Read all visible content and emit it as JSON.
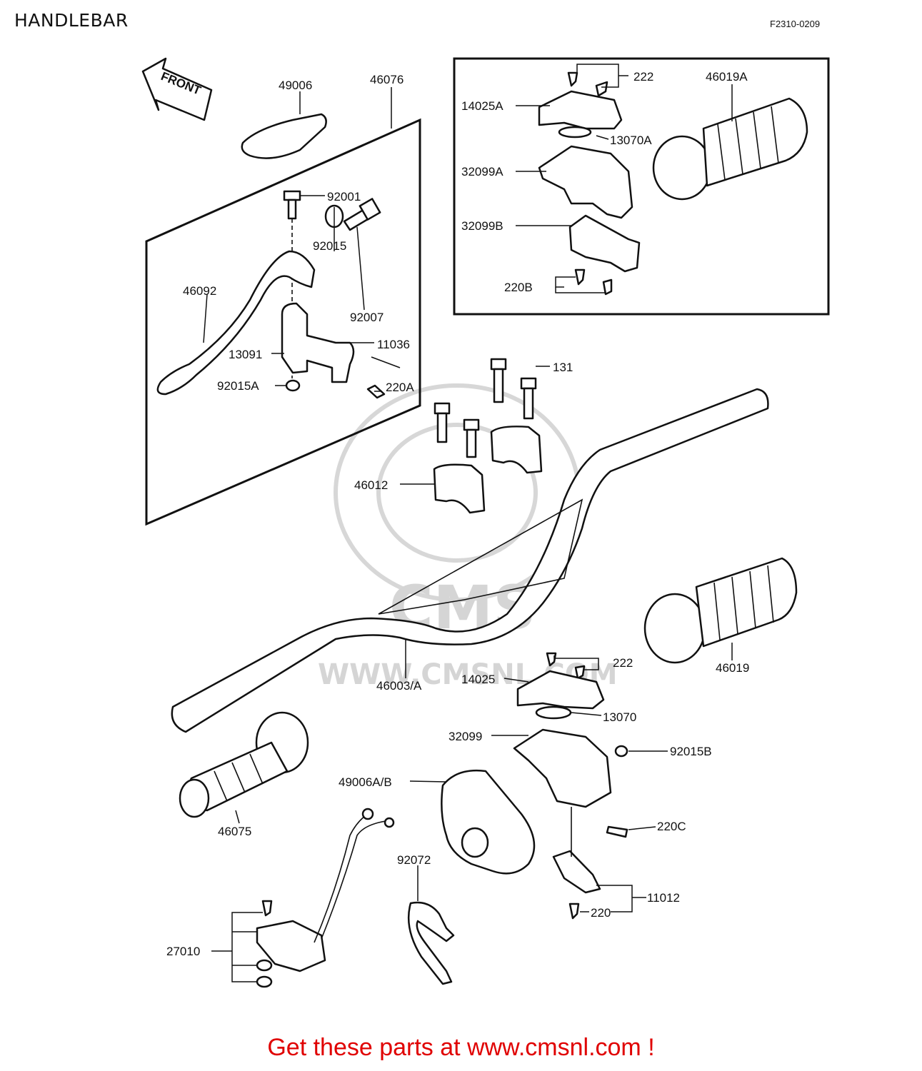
{
  "header": {
    "title": "HANDLEBAR",
    "diagram_code": "F2310-0209"
  },
  "front_arrow": {
    "label": "FRONT"
  },
  "watermark": {
    "brand": "CMS",
    "url": "WWW.CMSNL.COM"
  },
  "parts": {
    "p49006": "49006",
    "p46076": "46076",
    "p92001": "92001",
    "p92015": "92015",
    "p46092": "46092",
    "p92007": "92007",
    "p11036": "11036",
    "p13091": "13091",
    "p92015A": "92015A",
    "p220A": "220A",
    "p222a": "222",
    "p46019A": "46019A",
    "p14025A": "14025A",
    "p13070A": "13070A",
    "p32099A": "32099A",
    "p32099B": "32099B",
    "p220B": "220B",
    "p131": "131",
    "p46012": "46012",
    "p46003A": "46003/A",
    "p46019": "46019",
    "p222b": "222",
    "p14025": "14025",
    "p13070": "13070",
    "p32099": "32099",
    "p92015B": "92015B",
    "p49006AB": "49006A/B",
    "p220C": "220C",
    "p46075": "46075",
    "p92072": "92072",
    "p11012": "11012",
    "p220": "220",
    "p27010": "27010"
  },
  "footer": {
    "text": "Get these parts at www.cmsnl.com !"
  }
}
